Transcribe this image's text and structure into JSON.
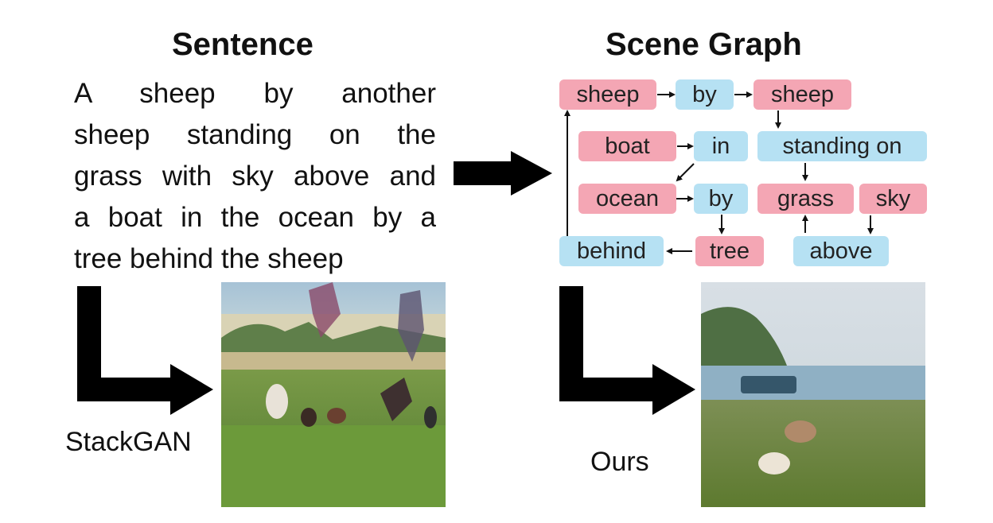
{
  "sentence": {
    "title": "Sentence",
    "lines": [
      "A sheep by another",
      "sheep standing on the",
      "grass with sky above and",
      "a boat in the ocean by a",
      "tree behind the sheep"
    ]
  },
  "scene_graph": {
    "title": "Scene Graph",
    "nodes": {
      "sheep1": "sheep",
      "by1": "by",
      "sheep2": "sheep",
      "boat": "boat",
      "in": "in",
      "standing_on": "standing on",
      "ocean": "ocean",
      "by2": "by",
      "grass": "grass",
      "sky": "sky",
      "behind": "behind",
      "tree": "tree",
      "above": "above"
    },
    "colors": {
      "object": "#f4a6b4",
      "relation": "#b6e1f3"
    }
  },
  "captions": {
    "left": "StackGAN",
    "right": "Ours"
  }
}
